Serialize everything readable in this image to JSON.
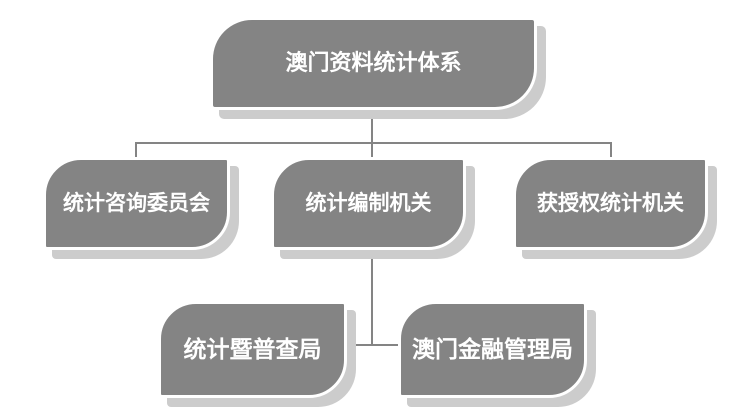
{
  "org_chart": {
    "nodes": {
      "root": {
        "label": "澳门资料统计体系"
      },
      "advisory": {
        "label": "统计咨询委员会"
      },
      "compiling": {
        "label": "统计编制机关"
      },
      "authorized": {
        "label": "获授权统计机关"
      },
      "dsec": {
        "label": "统计暨普查局"
      },
      "amcm": {
        "label": "澳门金融管理局"
      }
    },
    "edges": [
      {
        "from": "root",
        "to": "advisory"
      },
      {
        "from": "root",
        "to": "compiling"
      },
      {
        "from": "root",
        "to": "authorized"
      },
      {
        "from": "compiling",
        "to": "dsec"
      },
      {
        "from": "compiling",
        "to": "amcm"
      }
    ],
    "colors": {
      "box_fill": "#848484",
      "box_shadow": "#cccccc",
      "connector": "#848484",
      "label_text": "#ffffff",
      "background": "#ffffff"
    }
  }
}
